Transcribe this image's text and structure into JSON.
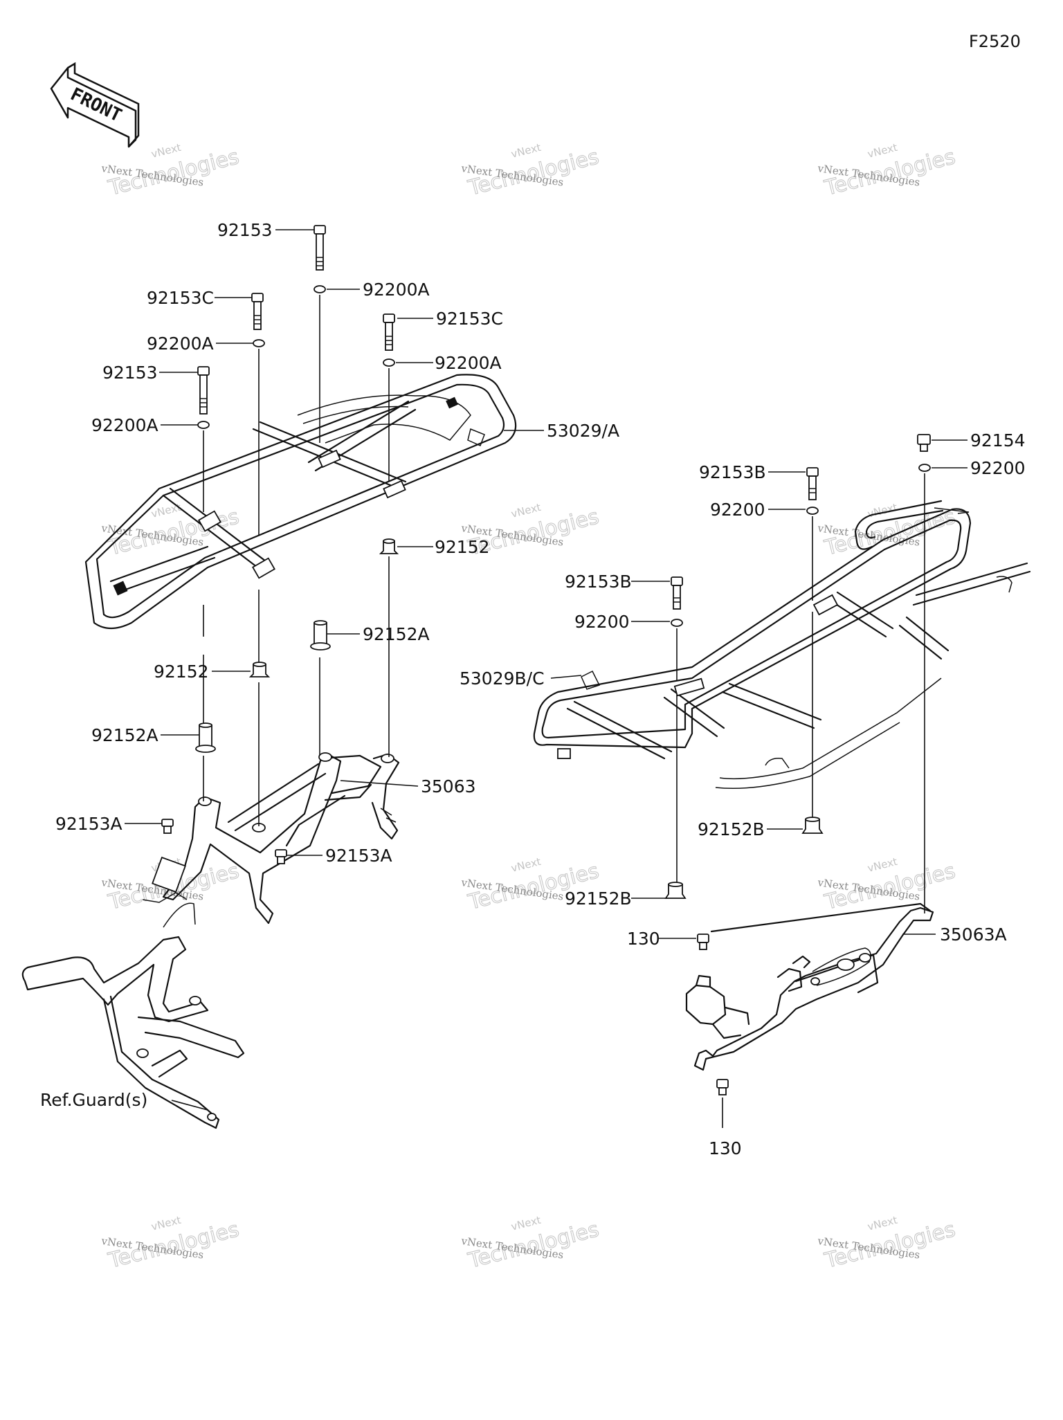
{
  "figure_id": "F2520",
  "front_label": "FRONT",
  "watermark": {
    "line1": "vNext Technologies",
    "line2": "Technologies",
    "line3": "vNext"
  },
  "parts": [
    {
      "id": "p1",
      "label": "92153"
    },
    {
      "id": "p2",
      "label": "92200A"
    },
    {
      "id": "p3",
      "label": "92153C"
    },
    {
      "id": "p4",
      "label": "92200A"
    },
    {
      "id": "p5",
      "label": "92153C"
    },
    {
      "id": "p6",
      "label": "92200A"
    },
    {
      "id": "p7",
      "label": "92153"
    },
    {
      "id": "p8",
      "label": "92200A"
    },
    {
      "id": "p9",
      "label": "53029/A"
    },
    {
      "id": "p10",
      "label": "92152"
    },
    {
      "id": "p11",
      "label": "92152A"
    },
    {
      "id": "p12",
      "label": "92152"
    },
    {
      "id": "p13",
      "label": "92152A"
    },
    {
      "id": "p14",
      "label": "35063"
    },
    {
      "id": "p15",
      "label": "92153A"
    },
    {
      "id": "p16",
      "label": "92153A"
    },
    {
      "id": "p17",
      "label": "Ref.Guard(s)"
    },
    {
      "id": "p18",
      "label": "92154"
    },
    {
      "id": "p19",
      "label": "92200"
    },
    {
      "id": "p20",
      "label": "92153B"
    },
    {
      "id": "p21",
      "label": "92200"
    },
    {
      "id": "p22",
      "label": "92153B"
    },
    {
      "id": "p23",
      "label": "92200"
    },
    {
      "id": "p24",
      "label": "53029B/C"
    },
    {
      "id": "p25",
      "label": "92152B"
    },
    {
      "id": "p26",
      "label": "92152B"
    },
    {
      "id": "p27",
      "label": "130"
    },
    {
      "id": "p28",
      "label": "35063A"
    },
    {
      "id": "p29",
      "label": "130"
    }
  ]
}
